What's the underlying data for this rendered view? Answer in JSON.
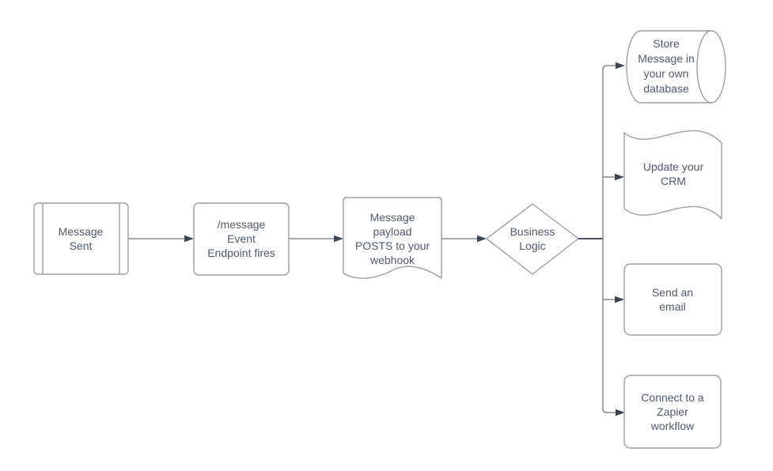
{
  "colors": {
    "canvas-bg": "#ffffff",
    "shape-fill": "#ffffff",
    "shape-border": "#9aa0a7",
    "connector": "#848b94",
    "connector-strong": "#4b525e",
    "arrowhead": "#3d4450",
    "text": "#505b69"
  },
  "nodes": {
    "message_sent": {
      "label": "Message\nSent",
      "shape": "predefined-process"
    },
    "endpoint": {
      "label": "/message\nEvent\nEndpoint fires",
      "shape": "process"
    },
    "payload": {
      "label": "Message\npayload\nPOSTS to your\nwebhook",
      "shape": "document"
    },
    "business_logic": {
      "label": "Business\nLogic",
      "shape": "decision"
    },
    "store_db": {
      "label": "Store\nMessage in\nyour own\ndatabase",
      "shape": "database-cylinder"
    },
    "update_crm": {
      "label": "Update your\nCRM",
      "shape": "tape"
    },
    "send_email": {
      "label": "Send an\nemail",
      "shape": "process"
    },
    "zapier": {
      "label": "Connect to a\nZapier\nworkflow",
      "shape": "process"
    }
  },
  "edges": [
    {
      "from": "message_sent",
      "to": "endpoint"
    },
    {
      "from": "endpoint",
      "to": "payload"
    },
    {
      "from": "payload",
      "to": "business_logic"
    },
    {
      "from": "business_logic",
      "to": "store_db"
    },
    {
      "from": "business_logic",
      "to": "update_crm"
    },
    {
      "from": "business_logic",
      "to": "send_email"
    },
    {
      "from": "business_logic",
      "to": "zapier"
    }
  ]
}
